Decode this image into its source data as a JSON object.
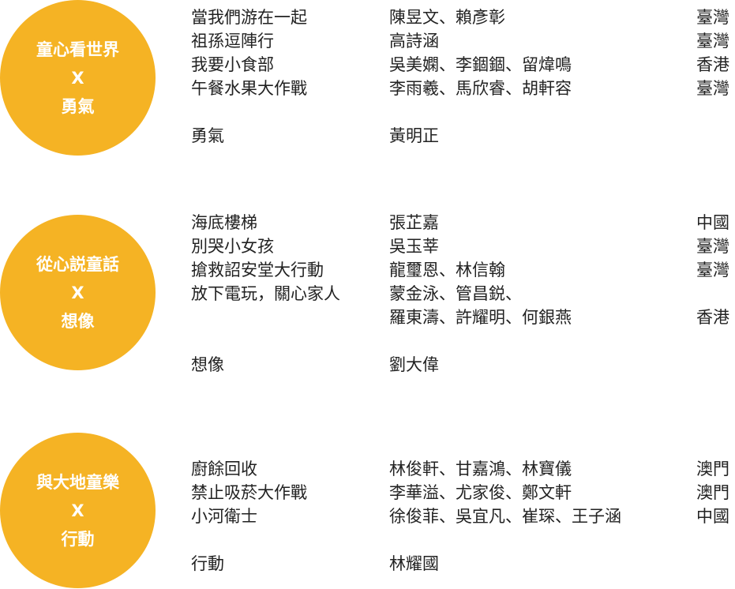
{
  "sections": [
    {
      "circle": {
        "title": "童心看世界",
        "x": "X",
        "theme": "勇氣"
      },
      "rows": [
        {
          "work": "當我們游在一起",
          "authors": "陳昱文、賴彥彰",
          "region": "臺灣"
        },
        {
          "work": "祖孫逗陣行",
          "authors": "高詩涵",
          "region": "臺灣"
        },
        {
          "work": "我要小食部",
          "authors": "吳美嫻、李錮錮、留煒鳴",
          "region": "香港"
        },
        {
          "work": "午餐水果大作戰",
          "authors": "李雨羲、馬欣睿、胡軒容",
          "region": "臺灣"
        }
      ],
      "theme_row": {
        "work": "勇氣",
        "authors": "黃明正"
      }
    },
    {
      "circle": {
        "title": "從心説童話",
        "x": "X",
        "theme": "想像"
      },
      "rows": [
        {
          "work": "海底樓梯",
          "authors": "張芷嘉",
          "region": "中國"
        },
        {
          "work": "別哭小女孩",
          "authors": "吳玉莘",
          "region": "臺灣"
        },
        {
          "work": "搶救詔安堂大行動",
          "authors": "龍璽恩、林信翰",
          "region": "臺灣"
        },
        {
          "work": "放下電玩，關心家人",
          "authors": "蒙金泳、管昌鋭、",
          "region": ""
        },
        {
          "work": "",
          "authors": "羅東濤、許耀明、何銀燕",
          "region": "香港"
        }
      ],
      "theme_row": {
        "work": "想像",
        "authors": "劉大偉"
      }
    },
    {
      "circle": {
        "title": "與大地童樂",
        "x": "X",
        "theme": "行動"
      },
      "rows": [
        {
          "work": "廚餘回收",
          "authors": "林俊軒、甘嘉鴻、林寶儀",
          "region": "澳門"
        },
        {
          "work": "禁止吸菸大作戰",
          "authors": "李華溢、尤家俊、鄭文軒",
          "region": "澳門"
        },
        {
          "work": "小河衛士",
          "authors": "徐俊菲、吳宜凡、崔琛、王子涵",
          "region": "中國"
        }
      ],
      "theme_row": {
        "work": "行動",
        "authors": "林耀國"
      }
    }
  ],
  "colors": {
    "circle": "#F5B324"
  }
}
